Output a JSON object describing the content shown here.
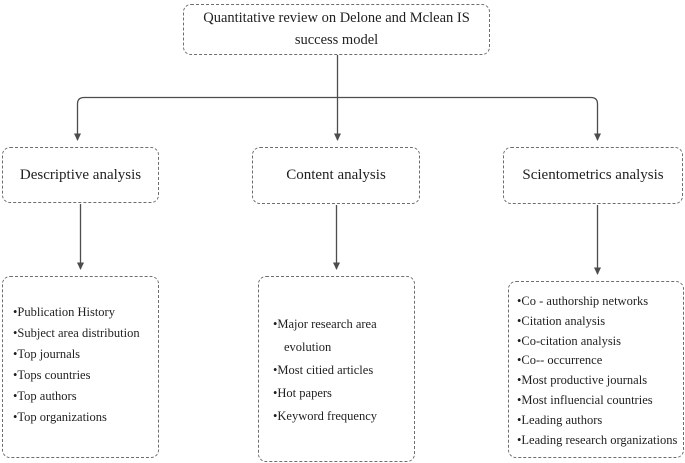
{
  "diagram": {
    "type": "flowchart",
    "root": {
      "title": "Quantitative review on Delone and Mclean IS success model"
    },
    "branches": [
      {
        "label": "Descriptive analysis",
        "items": [
          "Publication History",
          "Subject area distribution",
          "Top journals",
          "Tops countries",
          "Top authors",
          "Top organizations"
        ]
      },
      {
        "label": "Content analysis",
        "items": [
          "Major research area evolution",
          "Most citied articles",
          "Hot papers",
          "Keyword frequency"
        ]
      },
      {
        "label": "Scientometrics analysis",
        "items": [
          "Co - authorship networks",
          "Citation analysis",
          "Co-citation analysis",
          "Co-- occurrence",
          "Most productive journals",
          "Most influencial countries",
          "Leading authors",
          "Leading research organizations"
        ]
      }
    ],
    "colors": {
      "background": "#ffffff",
      "border": "#6e6e6e",
      "line": "#4d4d4d",
      "text": "#1f1f1f"
    }
  }
}
